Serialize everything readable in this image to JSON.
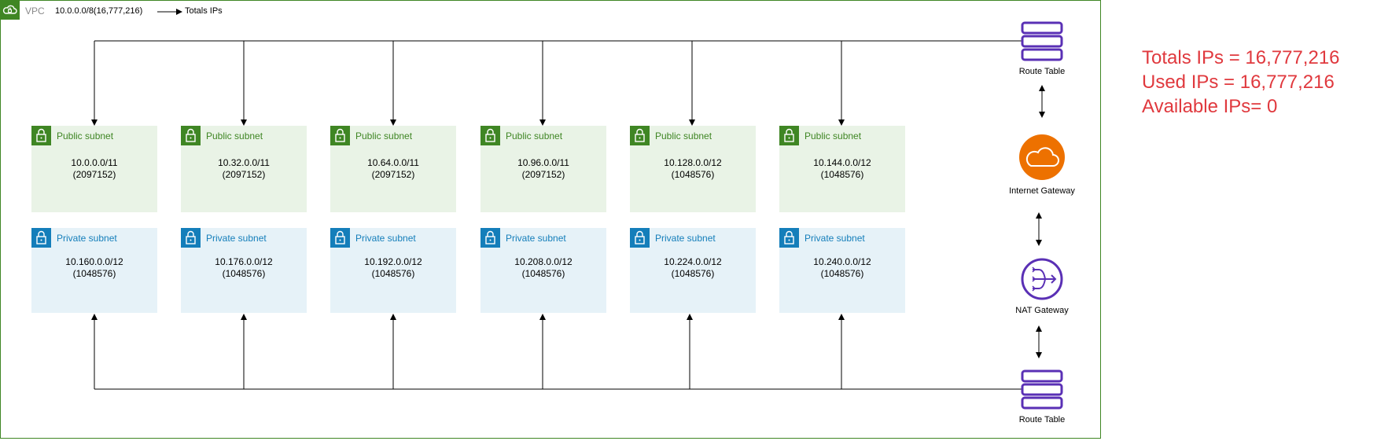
{
  "vpc": {
    "label": "VPC",
    "cidr": "10.0.0.0/8(16,777,216)",
    "arrow_note": "Totals IPs"
  },
  "public_subnets": [
    {
      "title": "Public subnet",
      "cidr": "10.0.0.0/11",
      "count": "(2097152)"
    },
    {
      "title": "Public subnet",
      "cidr": "10.32.0.0/11",
      "count": "(2097152)"
    },
    {
      "title": "Public subnet",
      "cidr": "10.64.0.0/11",
      "count": "(2097152)"
    },
    {
      "title": "Public subnet",
      "cidr": "10.96.0.0/11",
      "count": "(2097152)"
    },
    {
      "title": "Public subnet",
      "cidr": "10.128.0.0/12",
      "count": "(1048576)"
    },
    {
      "title": "Public subnet",
      "cidr": "10.144.0.0/12",
      "count": "(1048576)"
    }
  ],
  "private_subnets": [
    {
      "title": "Private subnet",
      "cidr": "10.160.0.0/12",
      "count": "(1048576)"
    },
    {
      "title": "Private subnet",
      "cidr": "10.176.0.0/12",
      "count": "(1048576)"
    },
    {
      "title": "Private subnet",
      "cidr": "10.192.0.0/12",
      "count": "(1048576)"
    },
    {
      "title": "Private subnet",
      "cidr": "10.208.0.0/12",
      "count": "(1048576)"
    },
    {
      "title": "Private subnet",
      "cidr": "10.224.0.0/12",
      "count": "(1048576)"
    },
    {
      "title": "Private subnet",
      "cidr": "10.240.0.0/12",
      "count": "(1048576)"
    }
  ],
  "resources": {
    "route_table_top": "Route Table",
    "internet_gateway": "Internet Gateway",
    "nat_gateway": "NAT Gateway",
    "route_table_bottom": "Route Table"
  },
  "summary": {
    "total": "Totals IPs = 16,777,216",
    "used": "Used IPs = 16,777,216",
    "available": "Available IPs= 0"
  },
  "colors": {
    "public": "#3f8624",
    "private": "#147eba",
    "igw": "#ed7100",
    "route_table": "#5a30b5",
    "summary": "#e0393e"
  }
}
